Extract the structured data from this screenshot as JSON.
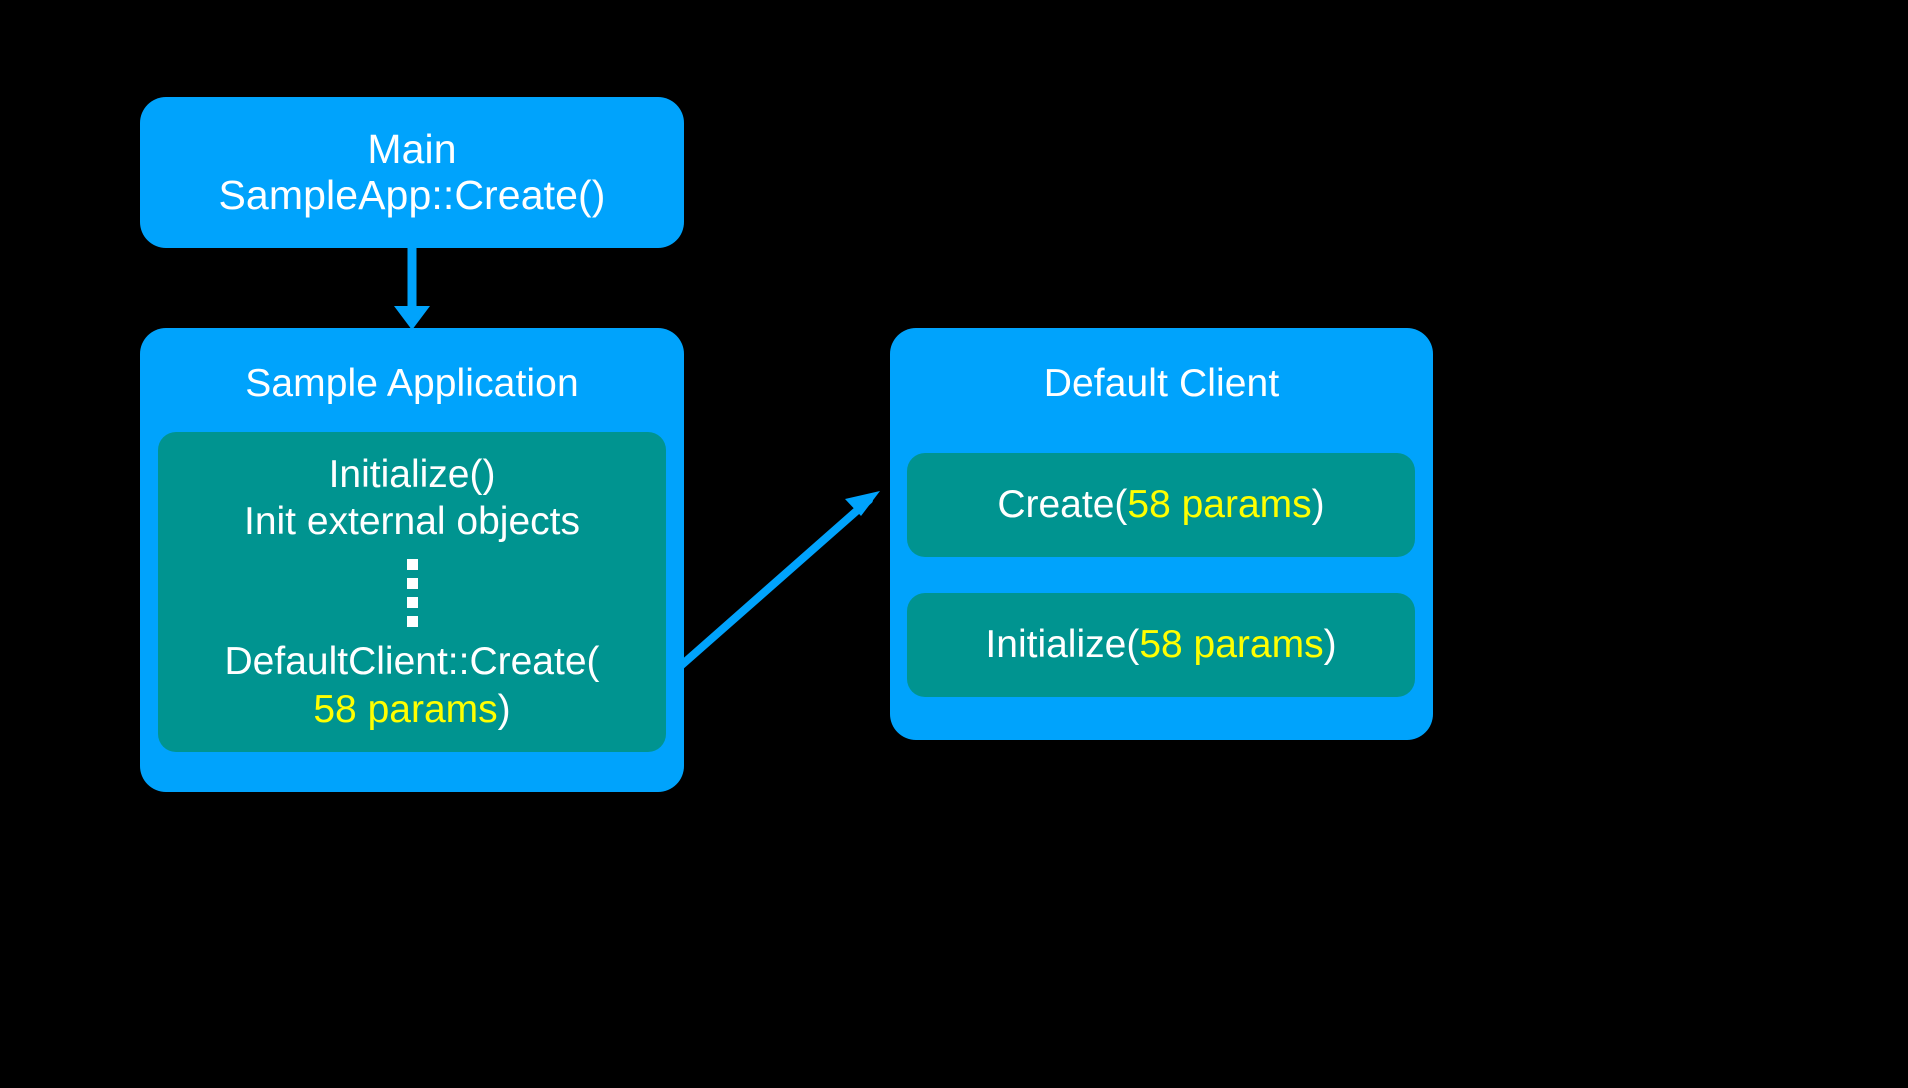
{
  "theme": {
    "background": "#000000",
    "box_blue": "#00A3FC",
    "box_teal": "#009490",
    "text_white": "#FFFFFF",
    "highlight_yellow": "#FFFF00",
    "arrow_blue": "#00A3FC"
  },
  "diagram": {
    "type": "flow-diagram",
    "nodes": [
      {
        "id": "main",
        "title_line_1": "Main",
        "title_line_2": "SampleApp::Create()"
      },
      {
        "id": "sample-application",
        "title": "Sample Application",
        "body": {
          "line_1": "Initialize()",
          "line_2": "Init external objects",
          "separator": "vertical-ellipsis",
          "line_3_prefix": "DefaultClient::Create(",
          "line_4_highlight": "58 params",
          "line_4_suffix": ")"
        }
      },
      {
        "id": "default-client",
        "title": "Default Client",
        "methods": [
          {
            "name": "Create(",
            "params": "58 params",
            "close": ")"
          },
          {
            "name": "Initialize(",
            "params": "58 params",
            "close": ")"
          }
        ]
      }
    ],
    "edges": [
      {
        "id": "main-to-sample-app",
        "from": "main",
        "to": "sample-application",
        "style": "solid-arrow-down"
      },
      {
        "id": "sample-app-to-default-client",
        "from": "sample-application",
        "to": "default-client",
        "style": "solid-arrow-diagonal"
      }
    ]
  }
}
